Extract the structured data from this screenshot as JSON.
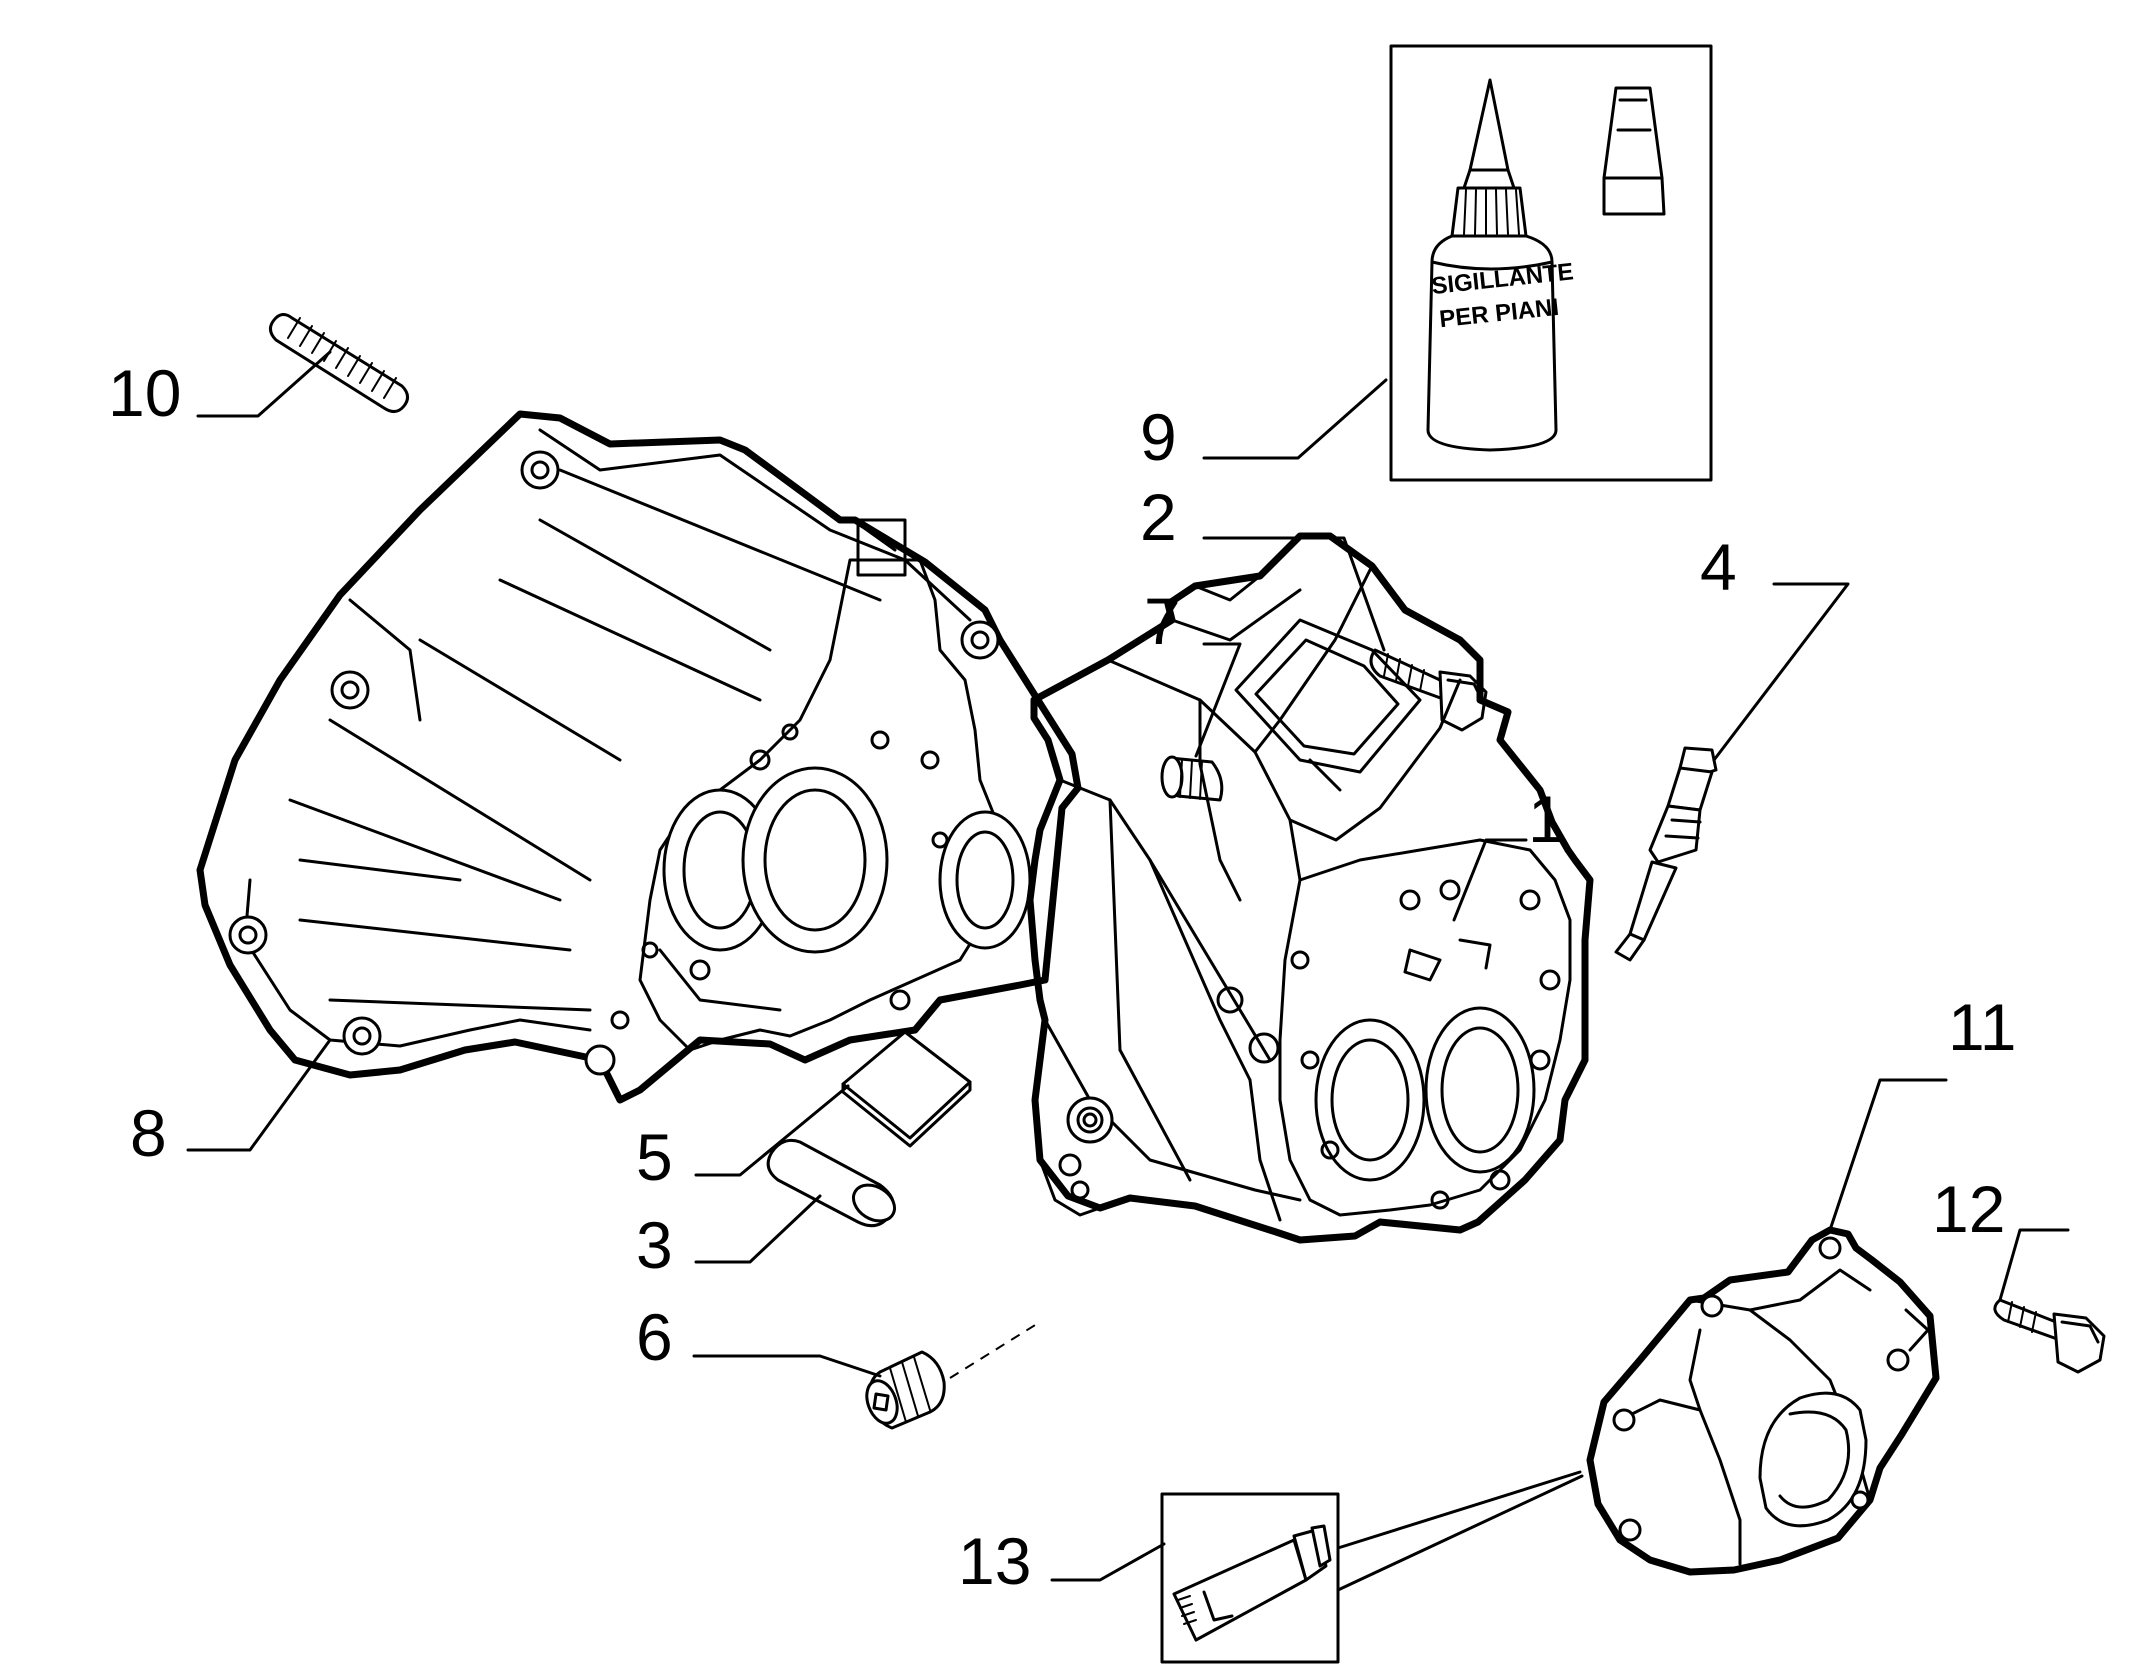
{
  "diagram": {
    "callouts": [
      "1",
      "2",
      "3",
      "4",
      "5",
      "6",
      "7",
      "8",
      "9",
      "10",
      "11",
      "12",
      "13"
    ],
    "bottle_label": [
      "SIGILLANTE",
      "PER PIANI"
    ]
  }
}
